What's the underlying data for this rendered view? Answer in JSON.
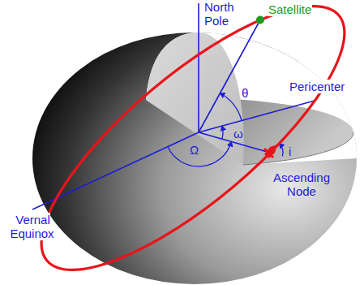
{
  "diagram": {
    "labels": [
      "North Pole",
      "Satellite",
      "Pericenter",
      "θ",
      "ω",
      "Ω",
      "i",
      "Vernal Equinox",
      "Ascending Node"
    ]
  }
}
